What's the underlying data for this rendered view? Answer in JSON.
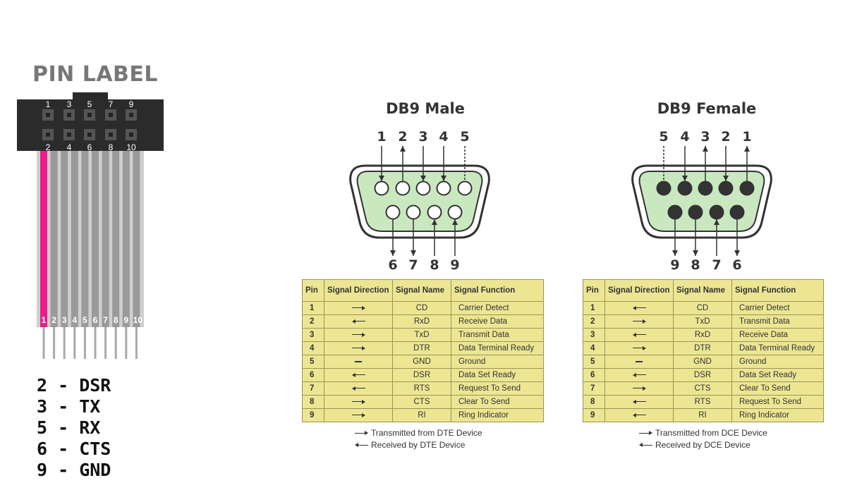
{
  "pin_label": {
    "title": "PIN LABEL",
    "header_top_pins": [
      "1",
      "3",
      "5",
      "7",
      "9"
    ],
    "header_bottom_pins": [
      "2",
      "4",
      "6",
      "8",
      "10"
    ],
    "wire_numbers": [
      "1",
      "2",
      "3",
      "4",
      "5",
      "6",
      "7",
      "8",
      "9",
      "10"
    ],
    "highlight_color": "#e91e8c",
    "legend": [
      "2 - DSR",
      "3 - TX",
      "5 - RX",
      "6 - CTS",
      "9 - GND"
    ]
  },
  "male": {
    "title": "DB9 Male",
    "top_numbers": [
      "1",
      "2",
      "3",
      "4",
      "5"
    ],
    "bottom_numbers": [
      "6",
      "7",
      "8",
      "9"
    ],
    "table_headers": [
      "Pin",
      "Signal Direction",
      "Signal Name",
      "Signal Function"
    ],
    "rows": [
      {
        "pin": "1",
        "dir": "in",
        "name": "CD",
        "func": "Carrier Detect"
      },
      {
        "pin": "2",
        "dir": "out",
        "name": "RxD",
        "func": "Receive Data"
      },
      {
        "pin": "3",
        "dir": "in",
        "name": "TxD",
        "func": "Transmit Data"
      },
      {
        "pin": "4",
        "dir": "in",
        "name": "DTR",
        "func": "Data Terminal Ready"
      },
      {
        "pin": "5",
        "dir": "none",
        "name": "GND",
        "func": "Ground"
      },
      {
        "pin": "6",
        "dir": "out",
        "name": "DSR",
        "func": "Data Set Ready"
      },
      {
        "pin": "7",
        "dir": "out",
        "name": "RTS",
        "func": "Request To Send"
      },
      {
        "pin": "8",
        "dir": "in",
        "name": "CTS",
        "func": "Clear To Send"
      },
      {
        "pin": "9",
        "dir": "in",
        "name": "RI",
        "func": "Ring Indicator"
      }
    ],
    "note_tx": "Transmitted from DTE Device",
    "note_rx": "Received by DTE Device"
  },
  "female": {
    "title": "DB9 Female",
    "top_numbers": [
      "5",
      "4",
      "3",
      "2",
      "1"
    ],
    "bottom_numbers": [
      "9",
      "8",
      "7",
      "6"
    ],
    "table_headers": [
      "Pin",
      "Signal Direction",
      "Signal Name",
      "Signal Function"
    ],
    "rows": [
      {
        "pin": "1",
        "dir": "out",
        "name": "CD",
        "func": "Carrier Detect"
      },
      {
        "pin": "2",
        "dir": "in",
        "name": "TxD",
        "func": "Transmit Data"
      },
      {
        "pin": "3",
        "dir": "out",
        "name": "RxD",
        "func": "Receive Data"
      },
      {
        "pin": "4",
        "dir": "in",
        "name": "DTR",
        "func": "Data Terminal Ready"
      },
      {
        "pin": "5",
        "dir": "none",
        "name": "GND",
        "func": "Ground"
      },
      {
        "pin": "6",
        "dir": "out",
        "name": "DSR",
        "func": "Data Set Ready"
      },
      {
        "pin": "7",
        "dir": "in",
        "name": "CTS",
        "func": "Clear To Send"
      },
      {
        "pin": "8",
        "dir": "out",
        "name": "RTS",
        "func": "Request To Send"
      },
      {
        "pin": "9",
        "dir": "out",
        "name": "RI",
        "func": "Ring Indicator"
      }
    ],
    "note_tx": "Transmitted from DCE Device",
    "note_rx": "Received by DCE Device"
  },
  "colors": {
    "connector_fill": "#c9e8c0",
    "table_fill": "#ece693",
    "header_block": "#2b2b2b",
    "wire_grey": "#9a9a9a"
  }
}
